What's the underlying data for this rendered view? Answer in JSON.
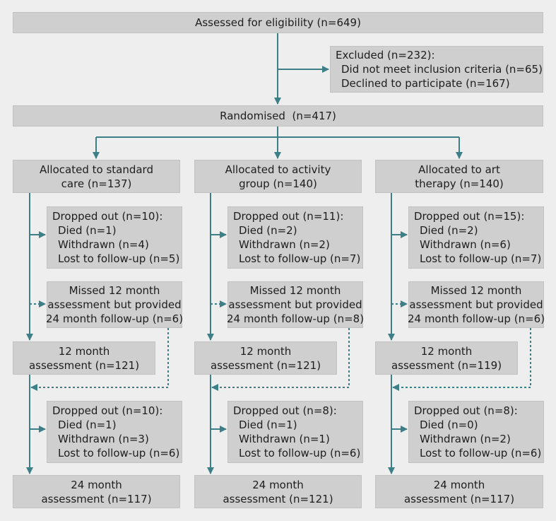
{
  "assessed": "Assessed for eligibility (n=649)",
  "excluded": {
    "title": "Excluded (n=232):",
    "items": [
      "Did not meet inclusion criteria (n=65)",
      "Declined to participate (n=167)"
    ]
  },
  "randomised": "Randomised  (n=417)",
  "arms": [
    {
      "allocated": [
        "Allocated to standard",
        "care (n=137)"
      ],
      "dropout1": {
        "title": "Dropped out (n=10):",
        "items": [
          "Died (n=1)",
          "Withdrawn (n=4)",
          "Lost to follow-up (n=5)"
        ]
      },
      "missed": [
        "Missed 12 month",
        "assessment but provided",
        "24 month follow-up (n=6)"
      ],
      "assess12": [
        "12 month",
        "assessment (n=121)"
      ],
      "dropout2": {
        "title": "Dropped out (n=10):",
        "items": [
          "Died (n=1)",
          "Withdrawn (n=3)",
          "Lost to follow-up (n=6)"
        ]
      },
      "assess24": [
        "24 month",
        "assessment (n=117)"
      ]
    },
    {
      "allocated": [
        "Allocated to activity",
        "group (n=140)"
      ],
      "dropout1": {
        "title": "Dropped out (n=11):",
        "items": [
          "Died (n=2)",
          "Withdrawn (n=2)",
          "Lost to follow-up (n=7)"
        ]
      },
      "missed": [
        "Missed 12 month",
        "assessment but provided",
        "24 month follow-up (n=8)"
      ],
      "assess12": [
        "12 month",
        "assessment (n=121)"
      ],
      "dropout2": {
        "title": "Dropped out (n=8):",
        "items": [
          "Died (n=1)",
          "Withdrawn (n=1)",
          "Lost to follow-up (n=6)"
        ]
      },
      "assess24": [
        "24 month",
        "assessment (n=121)"
      ]
    },
    {
      "allocated": [
        "Allocated to art",
        "therapy (n=140)"
      ],
      "dropout1": {
        "title": "Dropped out (n=15):",
        "items": [
          "Died (n=2)",
          "Withdrawn (n=6)",
          "Lost to follow-up (n=7)"
        ]
      },
      "missed": [
        "Missed 12 month",
        "assessment but provided",
        "24 month follow-up (n=6)"
      ],
      "assess12": [
        "12 month",
        "assessment (n=119)"
      ],
      "dropout2": {
        "title": "Dropped out (n=8):",
        "items": [
          "Died (n=0)",
          "Withdrawn (n=2)",
          "Lost to follow-up (n=6)"
        ]
      },
      "assess24": [
        "24 month",
        "assessment (n=117)"
      ]
    }
  ],
  "colors": {
    "background": "#eeeeee",
    "box": "#cfcfcf",
    "connector": "#3d7f86",
    "text": "#1d1d1d"
  }
}
